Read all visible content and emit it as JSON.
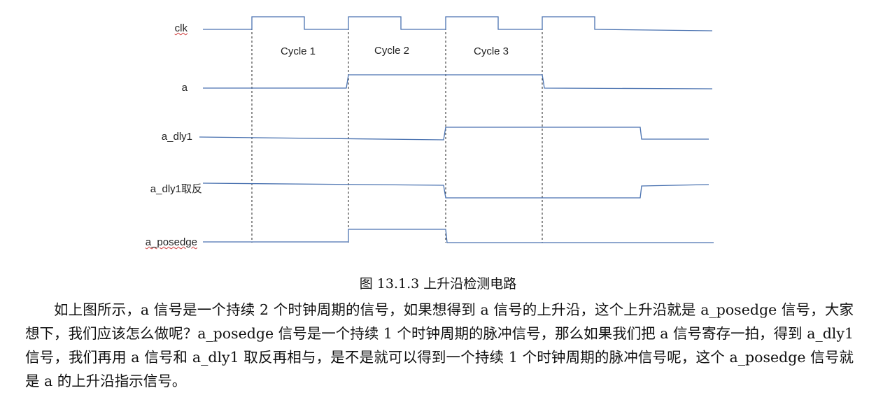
{
  "diagram": {
    "signals": [
      {
        "id": "clk",
        "label": "clk"
      },
      {
        "id": "a",
        "label": "a"
      },
      {
        "id": "a_dly1",
        "label": "a_dly1"
      },
      {
        "id": "a_dly1_inv",
        "label": "a_dly1取反"
      },
      {
        "id": "a_posedge",
        "label": "a_posedge"
      }
    ],
    "cycles": [
      "Cycle 1",
      "Cycle 2",
      "Cycle 3"
    ],
    "colors": {
      "wave": "#4a72b0",
      "dash": "#222222"
    }
  },
  "caption": "图 13.1.3 上升沿检测电路",
  "paragraph": "如上图所示，a 信号是一个持续 2 个时钟周期的信号，如果想得到 a 信号的上升沿，这个上升沿就是 a_posedge 信号，大家想下，我们应该怎么做呢？a_posedge 信号是一个持续 1 个时钟周期的脉冲信号，那么如果我们把 a 信号寄存一拍，得到 a_dly1 信号，我们再用 a 信号和 a_dly1 取反再相与，是不是就可以得到一个持续 1 个时钟周期的脉冲信号呢，这个 a_posedge 信号就是 a 的上升沿指示信号。"
}
